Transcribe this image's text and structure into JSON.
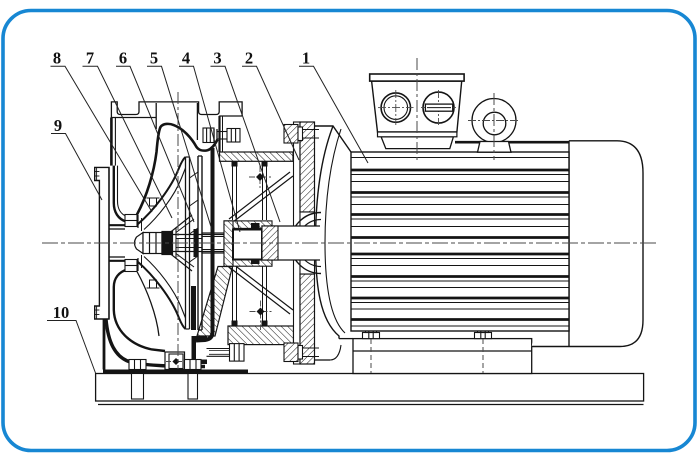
{
  "figure": {
    "type": "technical-drawing",
    "subject": "Cross-section assembly drawing of a close-coupled centrifugal pump with electric motor",
    "background": "#ffffff"
  },
  "colors": {
    "frame_border": "#1787d3",
    "drawing_line": "#141414",
    "centerline": "#4a4a4a"
  },
  "callouts": [
    {
      "label": "1"
    },
    {
      "label": "2"
    },
    {
      "label": "3"
    },
    {
      "label": "4"
    },
    {
      "label": "5"
    },
    {
      "label": "6"
    },
    {
      "label": "7"
    },
    {
      "label": "8"
    },
    {
      "label": "9"
    },
    {
      "label": "10"
    }
  ]
}
